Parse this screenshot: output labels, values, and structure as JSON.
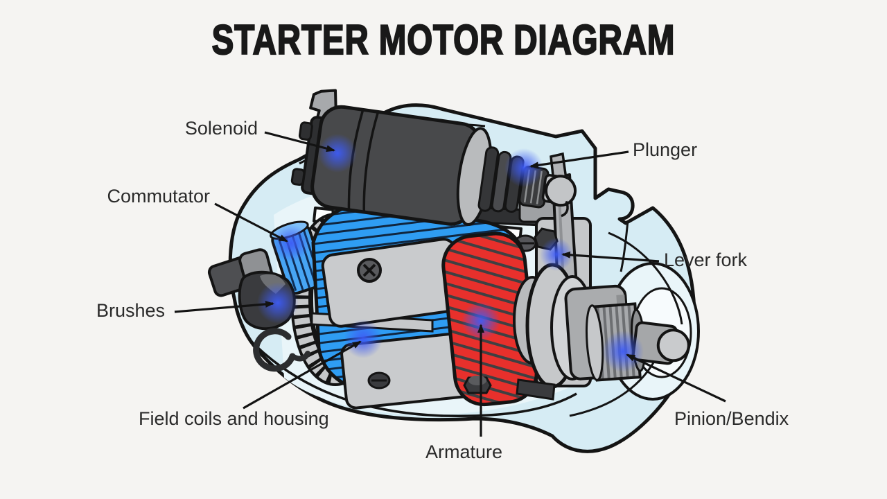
{
  "page": {
    "background": "#f5f4f2"
  },
  "title": "STARTER MOTOR DIAGRAM",
  "diagram": {
    "description": "Cutaway illustration of an automotive starter motor with labeled parts",
    "labels": [
      {
        "id": "solenoid",
        "text": "Solenoid"
      },
      {
        "id": "plunger",
        "text": "Plunger"
      },
      {
        "id": "commutator",
        "text": "Commutator"
      },
      {
        "id": "lever-fork",
        "text": "Lever fork"
      },
      {
        "id": "brushes",
        "text": "Brushes"
      },
      {
        "id": "field-coils",
        "text": "Field coils and housing"
      },
      {
        "id": "armature",
        "text": "Armature"
      },
      {
        "id": "pinion",
        "text": "Pinion/Bendix"
      }
    ],
    "colors": {
      "page_bg": "#f5f4f2",
      "housing": "#d6ecf4",
      "housing_inner": "#e9f5f9",
      "field_coil_blue": "#2f9df3",
      "winding_red": "#e8302c",
      "solenoid_dark": "#48494b",
      "metal_gray": "#c6c8ca",
      "outline": "#141414",
      "highlight_glow": "#3d5bf5",
      "label_text": "#2a2a2a"
    }
  }
}
